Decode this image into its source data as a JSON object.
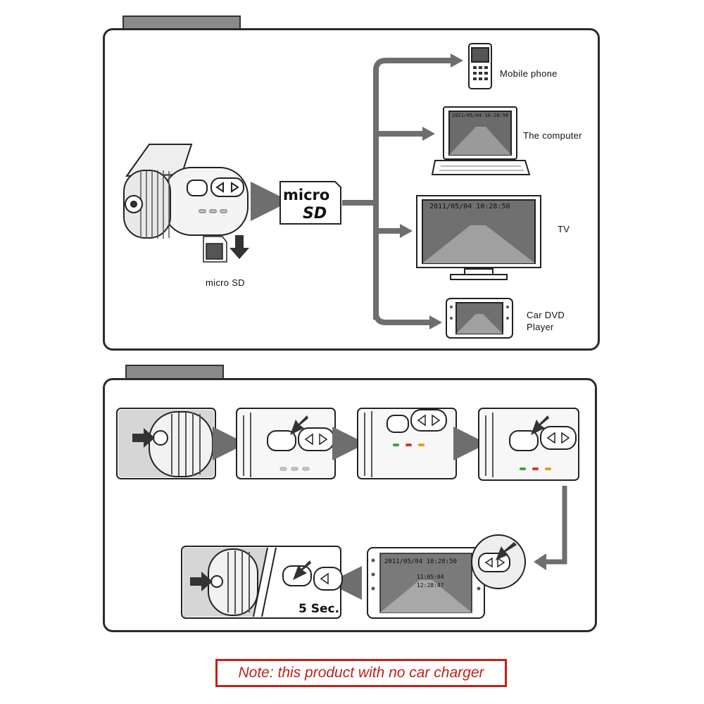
{
  "top_panel": {
    "camera_label": "micro SD",
    "sd_logo": "micro SD",
    "outputs": [
      {
        "label": "Mobile phone"
      },
      {
        "label": "The computer"
      },
      {
        "label": "TV"
      },
      {
        "label": "Car DVD Player",
        "line1": "Car DVD",
        "line2": "Player"
      }
    ],
    "screen_timestamp": "2011/05/04 10:28:50",
    "small_timestamp": "2011/05/04 10:28:50"
  },
  "bottom_panel": {
    "timer_label": "5 Sec.",
    "dvd_timestamp": "2011/05/04 10:28:50",
    "dvd_overlay_1": "11:05:04",
    "dvd_overlay_2": "12:28:4?",
    "led_colors": [
      "#3aa63a",
      "#d23a2a",
      "#e0a020"
    ]
  },
  "note": "Note: this product with no car charger"
}
